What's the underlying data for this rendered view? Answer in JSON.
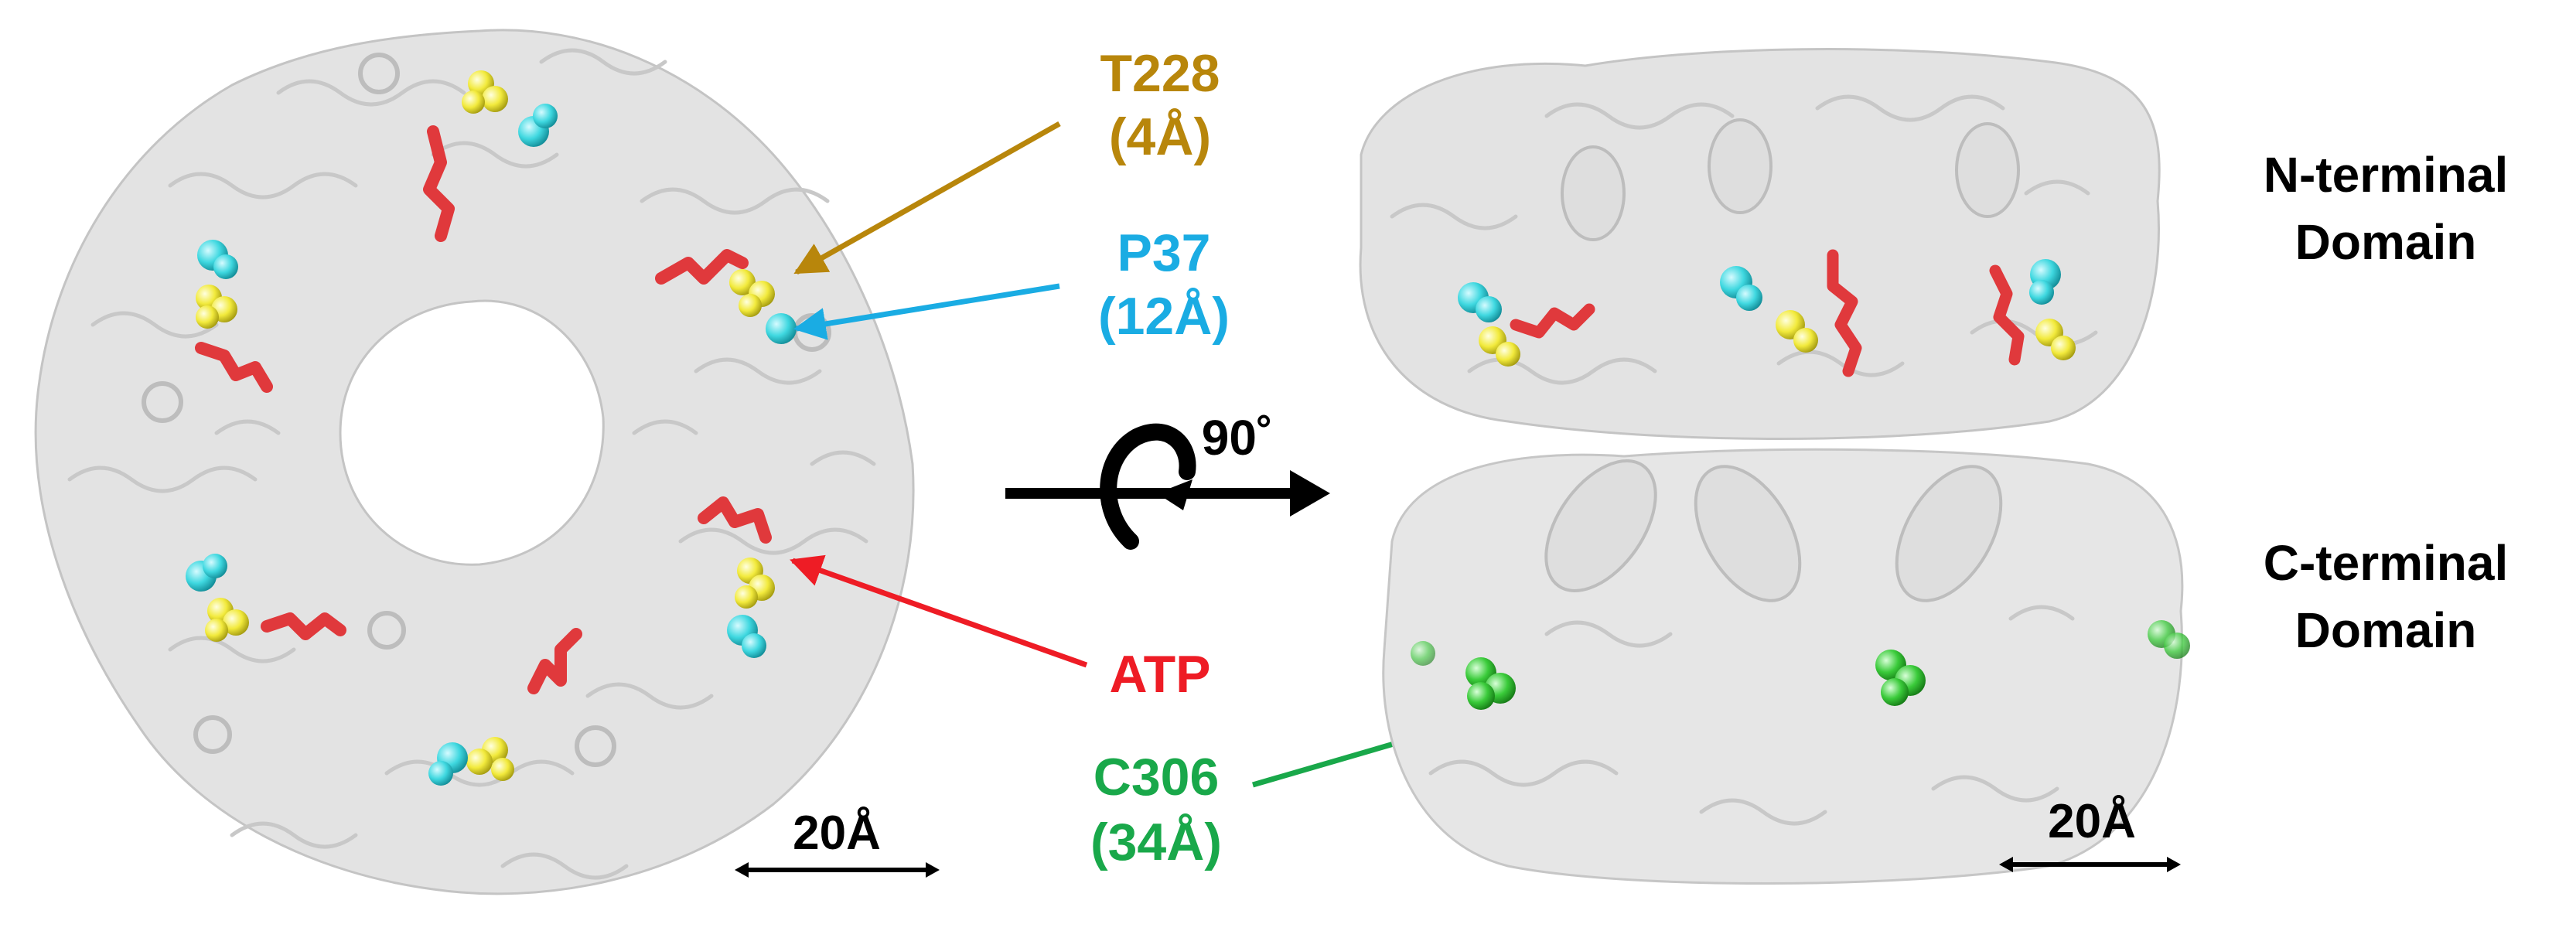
{
  "labels": {
    "t228_name": "T228",
    "t228_dist": "(4Å)",
    "p37_name": "P37",
    "p37_dist": "(12Å)",
    "atp": "ATP",
    "c306_name": "C306",
    "c306_dist": "(34Å)",
    "rotation": "90˚",
    "n_domain_line1": "N-terminal",
    "n_domain_line2": "Domain",
    "c_domain_line1": "C-terminal",
    "c_domain_line2": "Domain",
    "scale_left": "20Å",
    "scale_right": "20Å"
  },
  "colors": {
    "t228": "#b8860b",
    "p37": "#1aace3",
    "atp": "#ee1c25",
    "c306": "#19a84a",
    "text": "#000000",
    "protein": "#d9d9d9",
    "cyan_sphere": "#3fd8e0",
    "yellow_sphere": "#f2ea3c",
    "red_stick": "#e0393c",
    "green_sphere": "#3acb3a"
  }
}
